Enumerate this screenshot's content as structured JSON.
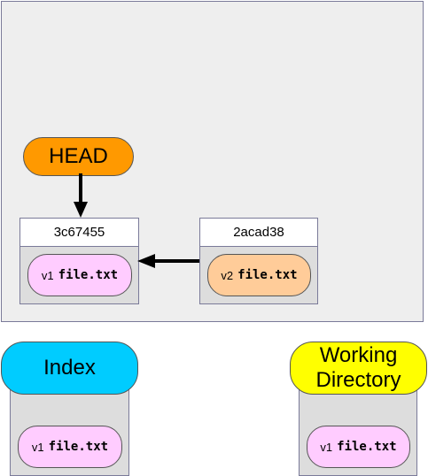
{
  "head": {
    "label": "HEAD"
  },
  "commits": [
    {
      "id": "3c67455",
      "file": {
        "version": "v1",
        "name": "file.txt",
        "color": "#ffccff"
      }
    },
    {
      "id": "2acad38",
      "file": {
        "version": "v2",
        "name": "file.txt",
        "color": "#ffcc99"
      }
    }
  ],
  "index": {
    "label": "Index",
    "file": {
      "version": "v1",
      "name": "file.txt",
      "color": "#ffccff"
    }
  },
  "working_directory": {
    "label": "Working Directory",
    "file": {
      "version": "v1",
      "name": "file.txt",
      "color": "#ffccff"
    }
  },
  "colors": {
    "head": "#ff9900",
    "index": "#00ccff",
    "working_directory": "#ffff00",
    "repository_bg": "#eeeeee",
    "box_bg": "#dddddd"
  }
}
